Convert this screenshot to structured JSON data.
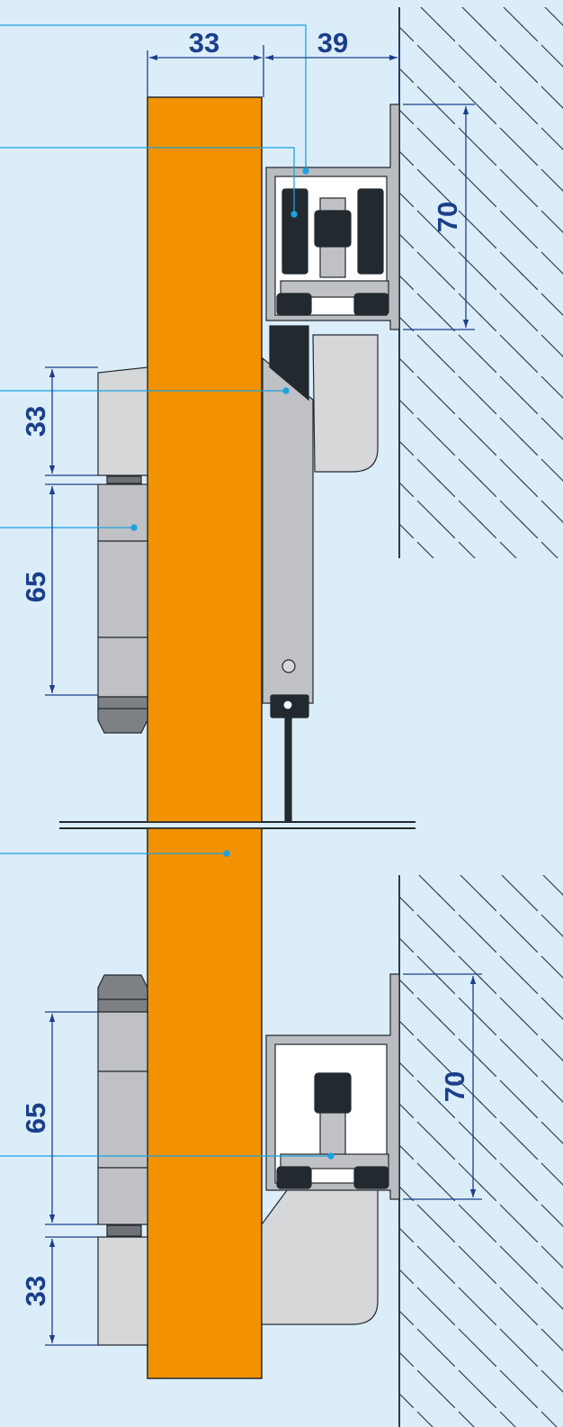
{
  "colors": {
    "background": "#dcedfa",
    "door": "#f39200",
    "dimension": "#1b3f8a",
    "callout": "#1aa3e0",
    "profile": "#b9bcc0",
    "block": "#d6d7d9",
    "dark": "#22292f",
    "wall_hatch": "#2a3b50"
  },
  "dimensions": {
    "door_thickness": "33",
    "track_offset": "39",
    "top_track_height": "70",
    "top_handle_upper": "33",
    "top_handle_lower": "65",
    "bottom_handle_upper": "65",
    "bottom_handle_lower": "33",
    "bottom_track_height": "70"
  }
}
